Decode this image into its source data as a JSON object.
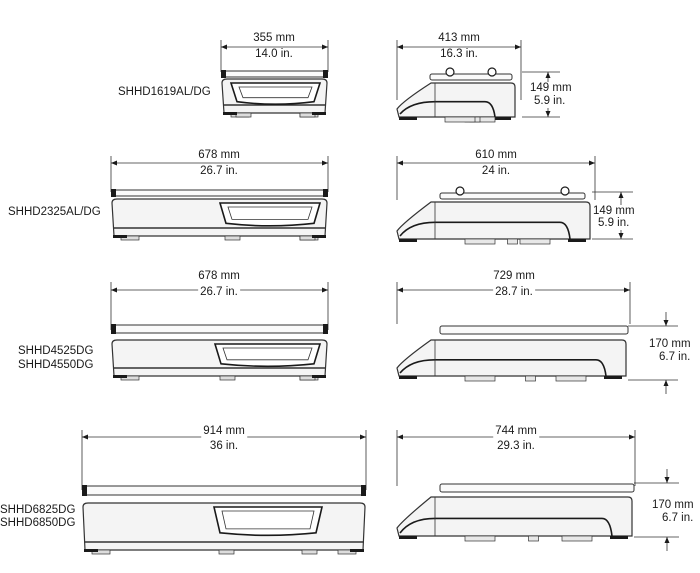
{
  "models": [
    {
      "labels": [
        "SHHD1619AL/DG"
      ],
      "width": {
        "mm": "355 mm",
        "in": "14.0 in."
      },
      "depth": {
        "mm": "413 mm",
        "in": "16.3 in."
      },
      "height": {
        "mm": "149 mm",
        "in": "5.9 in."
      }
    },
    {
      "labels": [
        "SHHD2325AL/DG"
      ],
      "width": {
        "mm": "678 mm",
        "in": "26.7 in."
      },
      "depth": {
        "mm": "610 mm",
        "in": "24 in."
      },
      "height": {
        "mm": "149 mm",
        "in": "5.9 in."
      }
    },
    {
      "labels": [
        "SHHD4525DG",
        "SHHD4550DG"
      ],
      "width": {
        "mm": "678 mm",
        "in": "26.7 in."
      },
      "depth": {
        "mm": "729 mm",
        "in": "28.7 in."
      },
      "height": {
        "mm": "170 mm",
        "in": "6.7 in."
      }
    },
    {
      "labels": [
        "SHHD6825DG",
        "SHHD6850DG"
      ],
      "width": {
        "mm": "914 mm",
        "in": "36 in."
      },
      "depth": {
        "mm": "744 mm",
        "in": "29.3 in."
      },
      "height": {
        "mm": "170 mm",
        "in": "6.7 in."
      }
    }
  ],
  "colors": {
    "line": "#333333",
    "fill": "#e6e6e6",
    "dark": "#1a1a1a"
  }
}
